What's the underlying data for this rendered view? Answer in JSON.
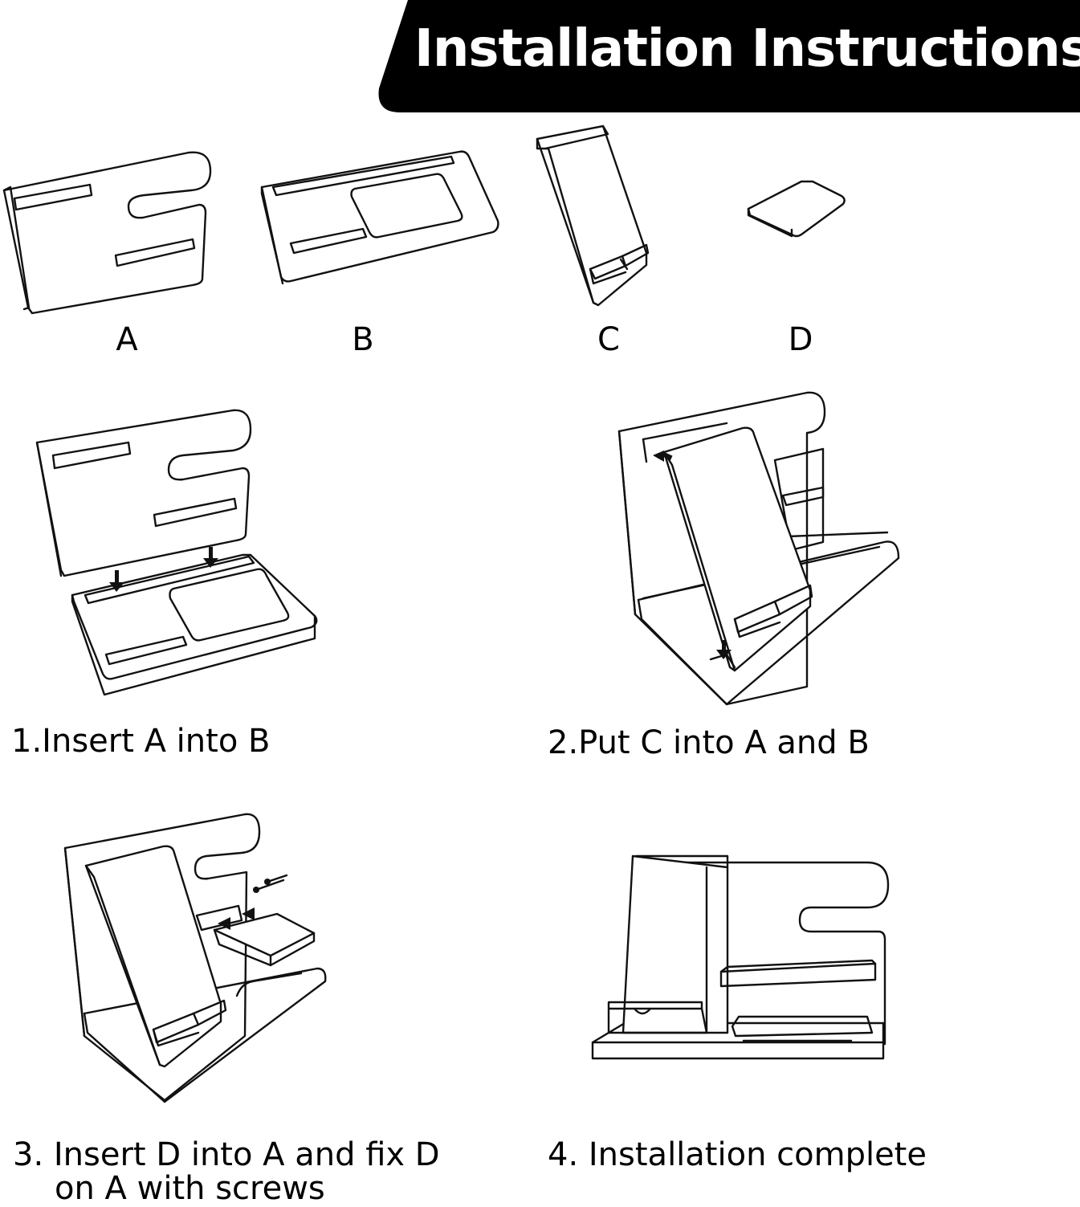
{
  "header": {
    "title": "Installation Instructions"
  },
  "parts": [
    {
      "letter": "A",
      "icon": "back-panel-icon"
    },
    {
      "letter": "B",
      "icon": "base-tray-icon"
    },
    {
      "letter": "C",
      "icon": "phone-stand-icon"
    },
    {
      "letter": "D",
      "icon": "small-shelf-icon"
    }
  ],
  "steps": [
    {
      "caption": "1.Insert A into B"
    },
    {
      "caption": "2.Put C into A and B"
    },
    {
      "caption_line1": "3. Insert D into A and fix D",
      "caption_line2": "on A with screws"
    },
    {
      "caption": "4. Installation complete"
    }
  ],
  "colors": {
    "banner": "#000000",
    "banner_text": "#ffffff",
    "line": "#111111"
  }
}
